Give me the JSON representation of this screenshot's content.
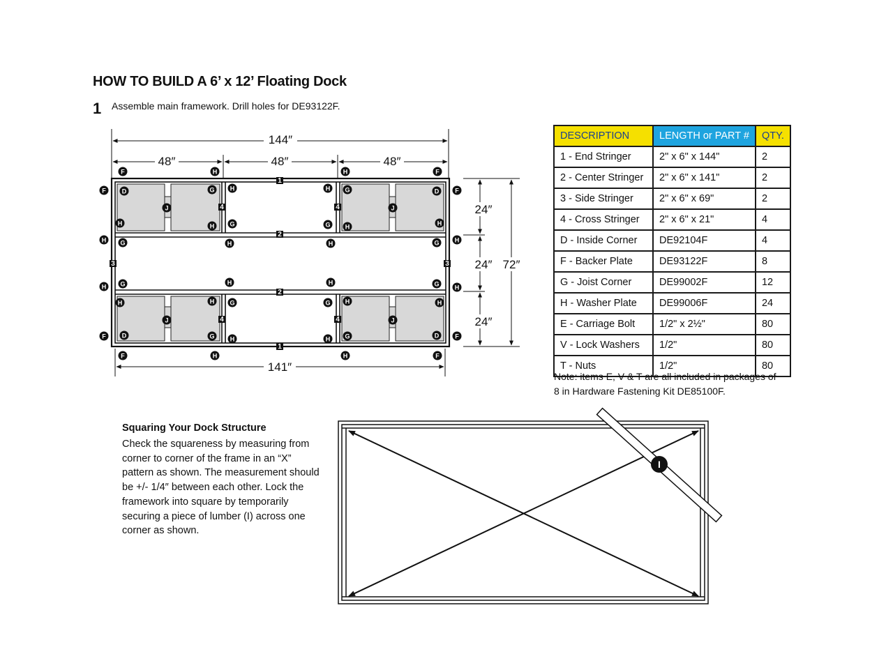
{
  "title": "HOW TO BUILD A 6’ x 12’ Floating Dock",
  "step": {
    "number": "1",
    "text": "Assemble main framework. Drill holes for DE93122F."
  },
  "dimensions": {
    "overall_width": "144″",
    "section_1": "48″",
    "section_2": "48″",
    "section_3": "48″",
    "bottom_width": "141″",
    "row_1": "24″",
    "row_2": "24″",
    "row_3": "24″",
    "overall_height": "72″"
  },
  "parts_table": {
    "headers": [
      "DESCRIPTION",
      "LENGTH or PART #",
      "QTY."
    ],
    "colors": {
      "yellow": "#f5e000",
      "blue": "#1ea4df",
      "header_text": "#1b3f8f"
    },
    "rows": [
      [
        "1 - End Stringer",
        "2\" x 6\" x 144\"",
        "2"
      ],
      [
        "2 - Center Stringer",
        "2\" x 6\" x 141\"",
        "2"
      ],
      [
        "3 - Side Stringer",
        "2\" x 6\" x 69\"",
        "2"
      ],
      [
        "4 - Cross Stringer",
        "2\" x 6\" x 21\"",
        "4"
      ],
      [
        "D - Inside Corner",
        "DE92104F",
        "4"
      ],
      [
        "F - Backer Plate",
        "DE93122F",
        "8"
      ],
      [
        "G - Joist Corner",
        "DE99002F",
        "12"
      ],
      [
        "H - Washer Plate",
        "DE99006F",
        "24"
      ],
      [
        "E - Carriage Bolt",
        "1/2\" x 2½\"",
        "80"
      ],
      [
        "V - Lock Washers",
        "1/2\"",
        "80"
      ],
      [
        "T - Nuts",
        "1/2\"",
        "80"
      ]
    ]
  },
  "note": "Note: items E, V & T are all included in packages of 8 in Hardware Fastening Kit DE85100F.",
  "squaring": {
    "title": "Squaring Your Dock Structure",
    "body": "Check the squareness by measuring from corner to corner of the frame in an “X” pattern as shown. The measurement should be +/- 1/4″ between each other. Lock the framework into square by temporarily securing a piece of lumber (I) across one corner as shown.",
    "lumber_label": "I"
  },
  "frame_labels": {
    "end_stringer": "1",
    "center_stringer": "2",
    "side_stringer": "3",
    "cross_stringer": "4",
    "inside_corner": "D",
    "backer_plate": "F",
    "joist_corner": "G",
    "washer_plate": "H",
    "float": "J"
  }
}
